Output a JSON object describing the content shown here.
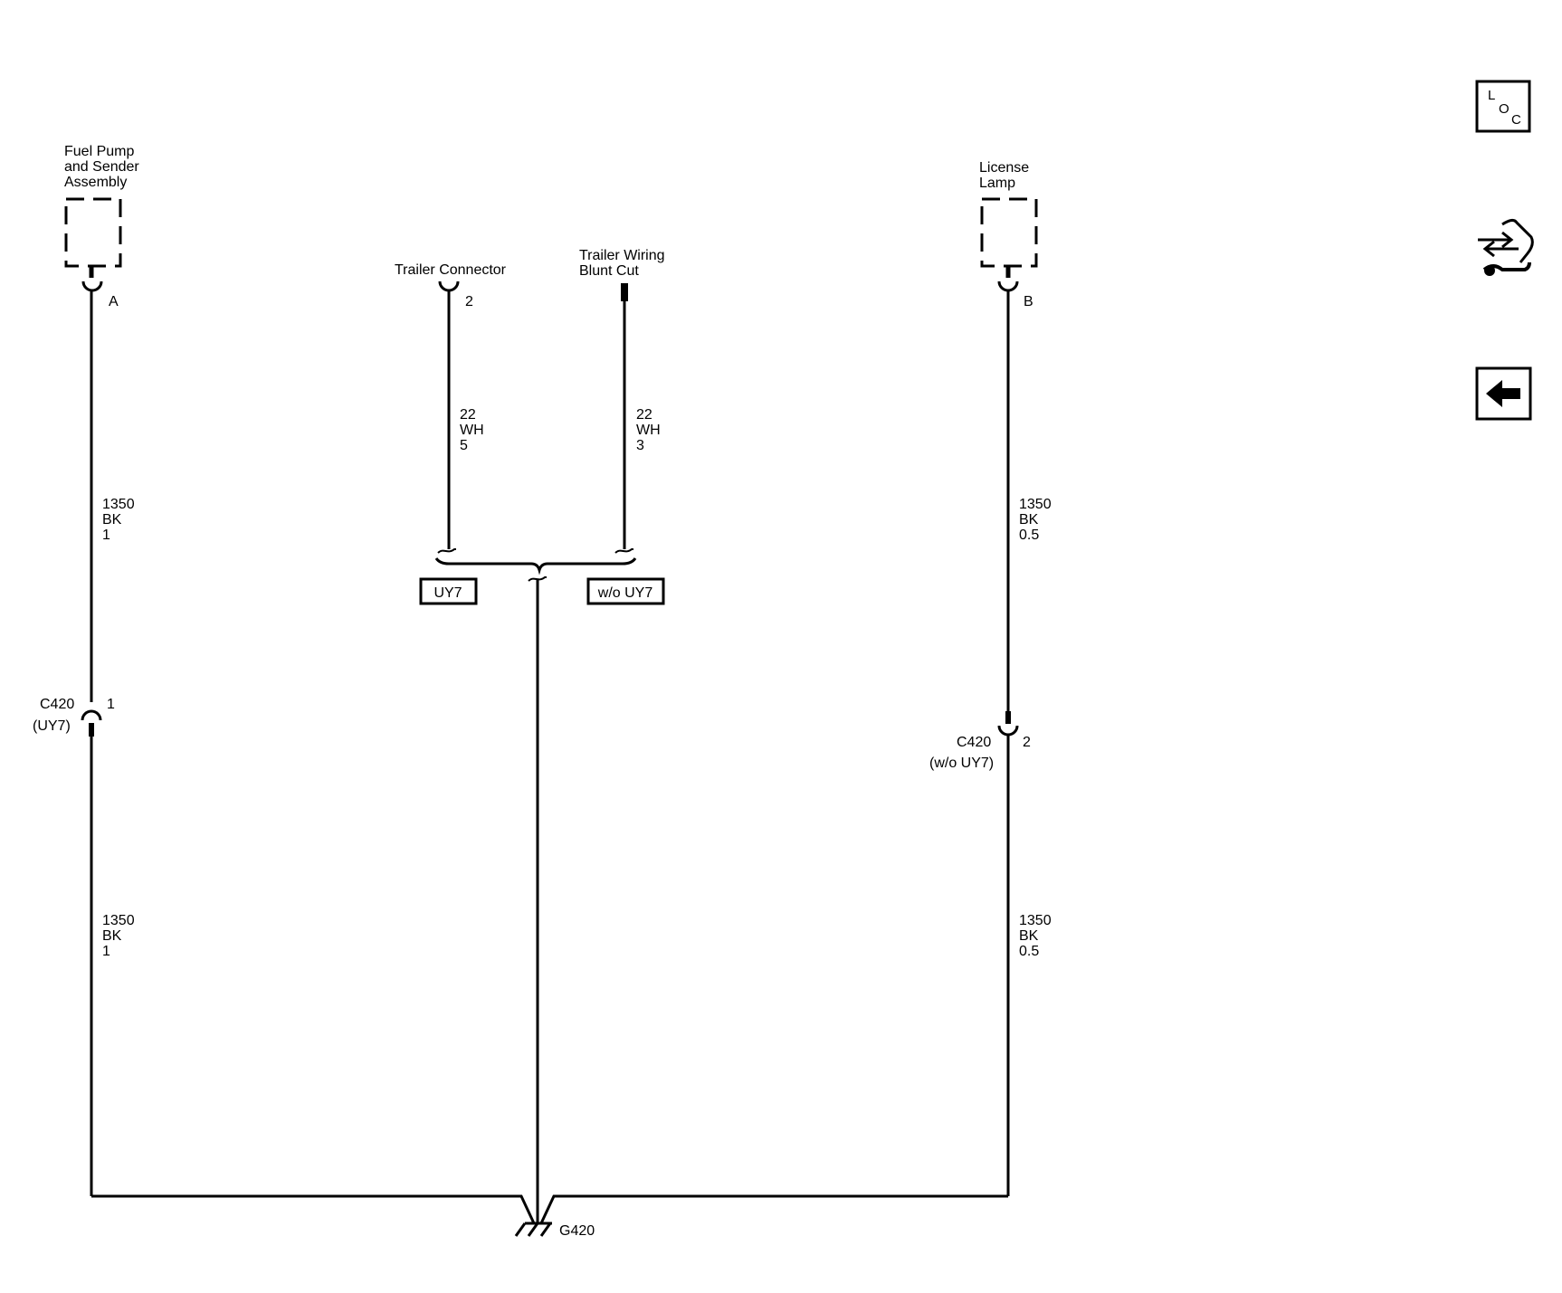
{
  "components": {
    "fuel_pump": {
      "name_lines": [
        "Fuel Pump",
        "and Sender",
        "Assembly"
      ],
      "pin": "A"
    },
    "license_lamp": {
      "name_lines": [
        "License",
        "Lamp"
      ],
      "pin": "B"
    },
    "trailer_connector": {
      "name": "Trailer Connector",
      "pin": "2"
    },
    "trailer_wiring": {
      "name_lines": [
        "Trailer Wiring",
        "Blunt Cut"
      ]
    }
  },
  "wires": {
    "fuel_pump_upper": [
      "1350",
      "BK",
      "1"
    ],
    "fuel_pump_lower": [
      "1350",
      "BK",
      "1"
    ],
    "trailer_connector": [
      "22",
      "WH",
      "5"
    ],
    "trailer_wiring": [
      "22",
      "WH",
      "3"
    ],
    "license_lamp_upper": [
      "1350",
      "BK",
      "0.5"
    ],
    "license_lamp_lower": [
      "1350",
      "BK",
      "0.5"
    ]
  },
  "connectors": {
    "c420_left": {
      "name": "C420",
      "option": "(UY7)",
      "pin": "1"
    },
    "c420_right": {
      "name": "C420",
      "option": "(w/o UY7)",
      "pin": "2"
    }
  },
  "options": {
    "uy7": "UY7",
    "wo_uy7": "w/o UY7"
  },
  "ground": {
    "name": "G420"
  },
  "nav": {
    "loc_letters": [
      "L",
      "O",
      "C"
    ]
  }
}
